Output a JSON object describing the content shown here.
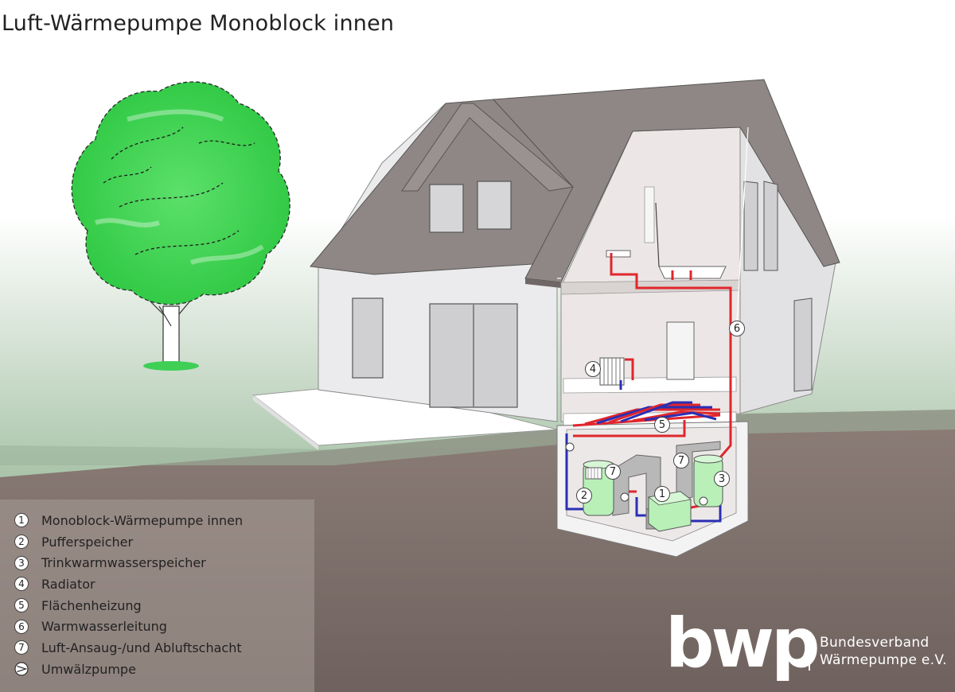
{
  "title": "Luft-Wärmepumpe Monoblock innen",
  "legend": [
    {
      "num": "1",
      "label": "Monoblock-Wärmepumpe innen"
    },
    {
      "num": "2",
      "label": "Pufferspeicher"
    },
    {
      "num": "3",
      "label": "Trinkwarmwasserspeicher"
    },
    {
      "num": "4",
      "label": "Radiator"
    },
    {
      "num": "5",
      "label": "Flächenheizung"
    },
    {
      "num": "6",
      "label": "Warmwasserleitung"
    },
    {
      "num": "7",
      "label": "Luft-Ansaug-/und Abluftschacht"
    },
    {
      "num": "",
      "label": "Umwälzpumpe"
    }
  ],
  "callouts": {
    "c1": "1",
    "c2": "2",
    "c3": "3",
    "c4": "4",
    "c5": "5",
    "c6": "6",
    "c7a": "7",
    "c7b": "7"
  },
  "logo": {
    "word": "bwp",
    "org_line1": "Bundesverband",
    "org_line2": "Wärmepumpe e.V."
  },
  "colors": {
    "ground": "#8a7b76",
    "roof": "#8f8785",
    "wall": "#ebebed",
    "pipe_hot": "#e0262c",
    "pipe_cold": "#2a2fb5",
    "tree": "#2fd44a",
    "tank": "#b9f0b8"
  }
}
